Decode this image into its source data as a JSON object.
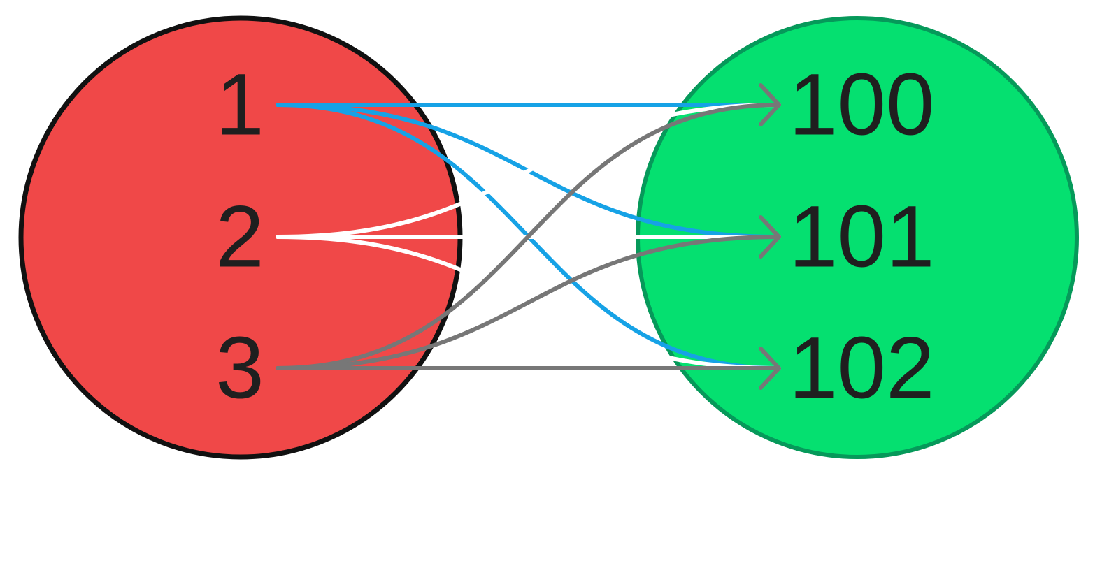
{
  "domain_sets": [
    {
      "id": "domain",
      "fill_color": "#f04848",
      "stroke_color": "#111111",
      "elements": [
        "1",
        "2",
        "3"
      ]
    },
    {
      "id": "codomain",
      "fill_color": "#05e070",
      "stroke_color": "#06995a",
      "elements": [
        "100",
        "101",
        "102"
      ]
    }
  ],
  "mappings": [
    {
      "from": "1",
      "to": "100",
      "color": "#16a2e6"
    },
    {
      "from": "1",
      "to": "101",
      "color": "#16a2e6"
    },
    {
      "from": "1",
      "to": "102",
      "color": "#16a2e6"
    },
    {
      "from": "2",
      "to": "100",
      "color": "#ffffff"
    },
    {
      "from": "2",
      "to": "101",
      "color": "#ffffff"
    },
    {
      "from": "2",
      "to": "102",
      "color": "#ffffff"
    },
    {
      "from": "3",
      "to": "100",
      "color": "#777777"
    },
    {
      "from": "3",
      "to": "101",
      "color": "#777777"
    },
    {
      "from": "3",
      "to": "102",
      "color": "#777777"
    }
  ],
  "arrowhead_color": "#777777"
}
